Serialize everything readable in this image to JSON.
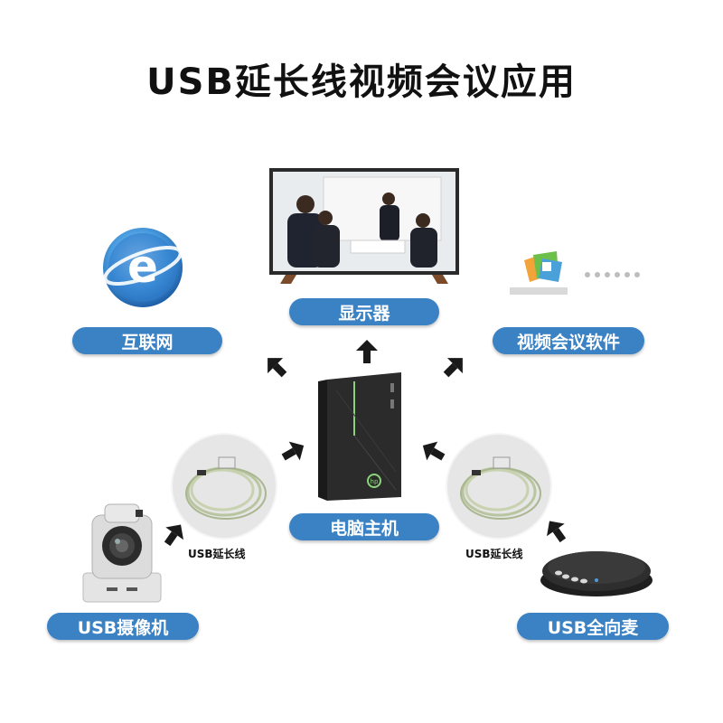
{
  "title": "USB延长线视频会议应用",
  "labels": {
    "internet": "互联网",
    "display": "显示器",
    "software": "视频会议软件",
    "computer": "电脑主机",
    "camera": "USB摄像机",
    "speaker": "USB全向麦",
    "cable_left": "USB延长线",
    "cable_right": "USB延长线"
  },
  "colors": {
    "pill": "#3b82c4",
    "arrow": "#1a1a1a"
  }
}
